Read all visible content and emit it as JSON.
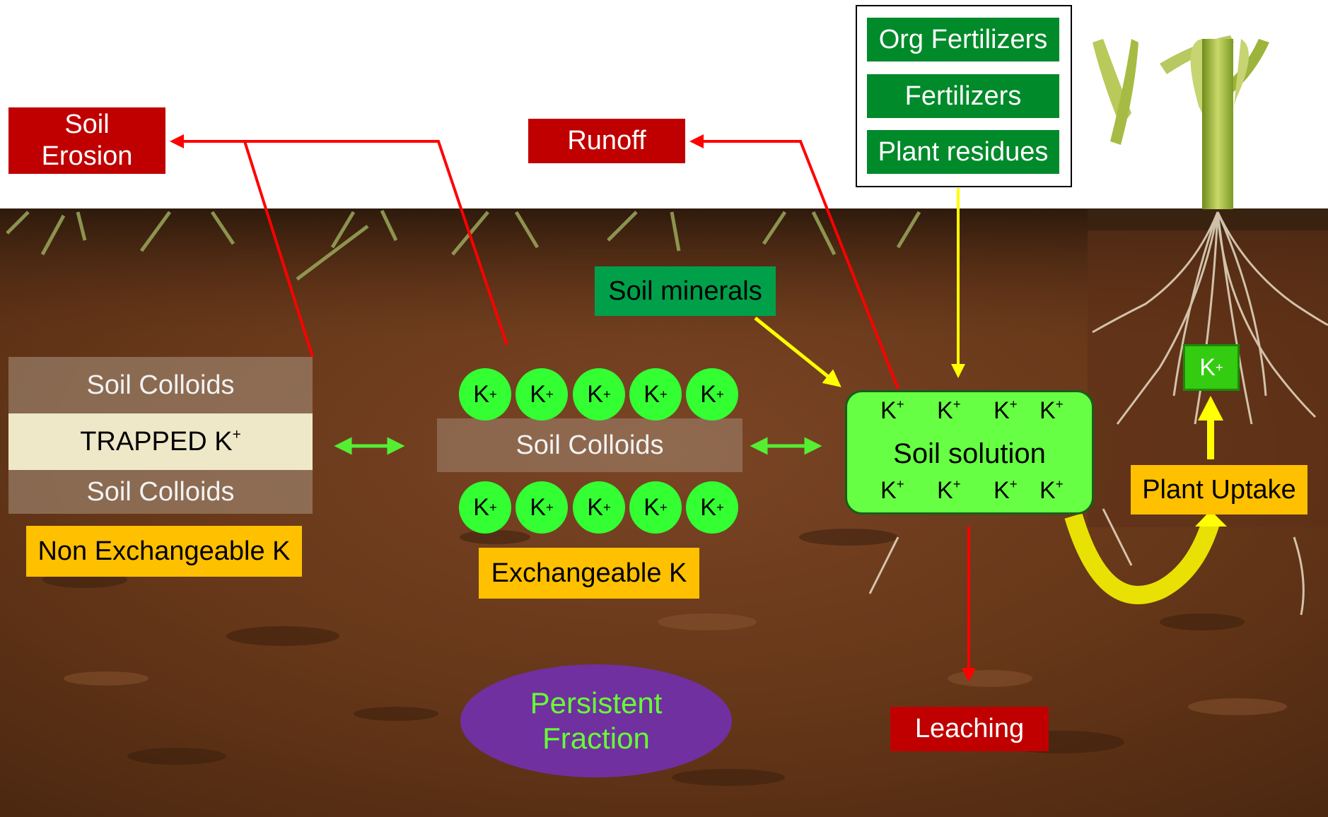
{
  "labels": {
    "soil_erosion_line1": "Soil",
    "soil_erosion_line2": "Erosion",
    "runoff": "Runoff",
    "org_fertilizers": "Org Fertilizers",
    "fertilizers": "Fertilizers",
    "plant_residues": "Plant residues",
    "soil_minerals": "Soil minerals",
    "soil_colloids_top": "Soil Colloids",
    "trapped_k": "TRAPPED K",
    "soil_colloids_bottom": "Soil Colloids",
    "soil_colloids_center": "Soil Colloids",
    "non_exchangeable_k": "Non Exchangeable K",
    "exchangeable_k": "Exchangeable K",
    "soil_solution": "Soil solution",
    "plant_uptake": "Plant Uptake",
    "leaching": "Leaching",
    "persistent_line1": "Persistent",
    "persistent_line2": "Fraction",
    "k_symbol": "K",
    "plus": "+"
  },
  "colors": {
    "red_box": "#c00000",
    "green_box": "#008a2a",
    "orange_box": "#ffc000",
    "ion_green": "#33ff33",
    "solution_green": "#66ff44",
    "purple_ellipse": "#7030a0",
    "persistent_text": "#66ff33",
    "red_arrow": "#ff0000",
    "yellow_arrow": "#ffff00",
    "double_arrow": "#55ee33",
    "soil": "#6b3a1f"
  },
  "icons": [
    "soil-background",
    "corn-plant-icon",
    "roots-icon"
  ]
}
